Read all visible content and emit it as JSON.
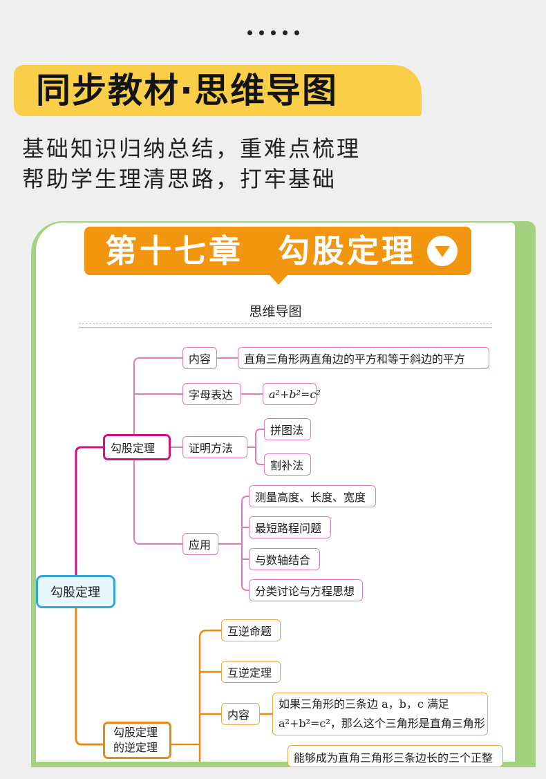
{
  "header": {
    "banner_title": "同步教材·思维导图",
    "subtitle_line1": "基础知识归纳总结，重难点梳理",
    "subtitle_line2": "帮助学生理清思路，打牢基础"
  },
  "chapter": {
    "title": "第十七章　勾股定理",
    "section_label": "思维导图",
    "icon": "chevron-down-circle-icon",
    "accent_color": "#f3960f"
  },
  "mindmap": {
    "root": "勾股定理",
    "theorem": {
      "label": "勾股定理",
      "content_label": "内容",
      "content_text": "直角三角形两直角边的平方和等于斜边的平方",
      "formula_label": "字母表达",
      "formula_text": "a²+b²=c²",
      "proof_label": "证明方法",
      "proof_methods": [
        "拼图法",
        "割补法"
      ],
      "application_label": "应用",
      "applications": [
        "测量高度、长度、宽度",
        "最短路程问题",
        "与数轴结合",
        "分类讨论与方程思想"
      ]
    },
    "converse": {
      "label_line1": "勾股定理",
      "label_line2": "的逆定理",
      "items": [
        "互逆命题",
        "互逆定理"
      ],
      "content_label": "内容",
      "content_line1": "如果三角形的三条边 a，b，c 满足",
      "content_line2": "a²+b²=c²，那么这个三角形是直角三角形",
      "partial_text": "能够成为直角三角形三条边长的三个正整"
    },
    "colors": {
      "root_border": "#2fa6d8",
      "theorem_branch": "#d2117e",
      "converse_branch": "#e88b12"
    }
  }
}
